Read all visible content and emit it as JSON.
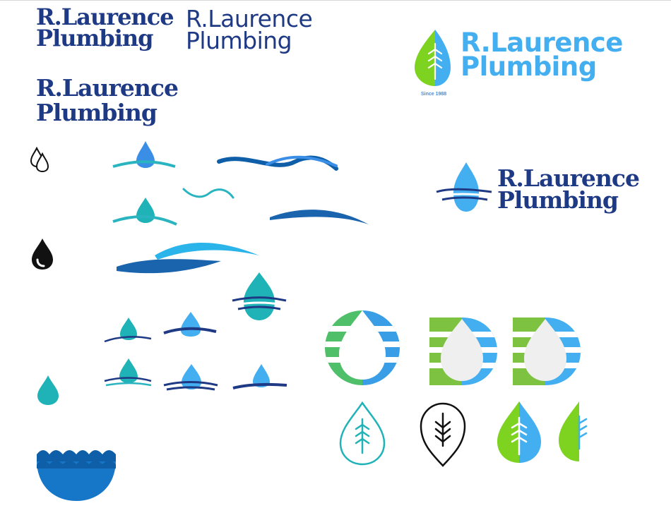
{
  "brand": {
    "line1": "R.Laurence",
    "line2": "Plumbing",
    "since": "Since 1988"
  },
  "colors": {
    "navy": "#1f3a84",
    "blue": "#3a8ee6",
    "sky": "#44aff0",
    "green": "#7ed321",
    "teal": "#1fb3b8",
    "deep": "#0e5ea8",
    "black": "#111111",
    "cyan": "#2ab4c0"
  },
  "icons": [
    "double-drop-outline-icon",
    "black-drop-icon",
    "teal-drop-icon",
    "ocean-bowl-icon",
    "drop-swoosh-icon",
    "wave-line-icon",
    "drop-wave-icon",
    "small-wave-icon",
    "long-swoosh-icon",
    "double-swoosh-icon",
    "drop-waves-icon",
    "leaf-drop-icon",
    "ring-drop-icon",
    "pin-leaf-icon"
  ]
}
